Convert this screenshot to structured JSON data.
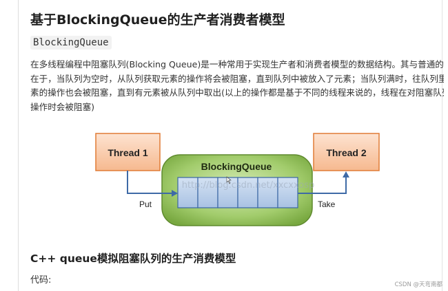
{
  "article": {
    "title": "基于BlockingQueue的生产者消费者模型",
    "code_term": "BlockingQueue",
    "paragraph_lines": [
      "在多线程编程中阻塞队列(Blocking Queue)是一种常用于实现生产者和消费者模型的数据结构。其与普通的队列区别",
      "在于，当队列为空时，从队列获取元素的操作将会被阻塞，直到队列中被放入了元素；当队列满时，往队列里存放元",
      "素的操作也会被阻塞，直到有元素被从队列中取出(以上的操作都是基于不同的线程来说的，线程在对阻塞队列进程",
      "操作时会被阻塞)"
    ],
    "subheading": "C++ queue模拟阻塞队列的生产消费模型",
    "code_label": "代码:"
  },
  "diagram": {
    "thread1_label": "Thread 1",
    "thread2_label": "Thread 2",
    "queue_label": "BlockingQueue",
    "put_label": "Put",
    "take_label": "Take",
    "embedded_watermark": "http://blog.csdn.net/xxcxxosp",
    "slot_count": 6,
    "colors": {
      "thread_fill": "#f9cbad",
      "thread_stroke": "#e07b35",
      "queue_fill": "#8ab94e",
      "queue_stroke": "#5f8a2e",
      "slot_fill": "#b7cde8",
      "slot_stroke": "#3a66a3",
      "arrow": "#3e6aa6"
    }
  },
  "footer": {
    "watermark": "CSDN @天弯南都"
  }
}
